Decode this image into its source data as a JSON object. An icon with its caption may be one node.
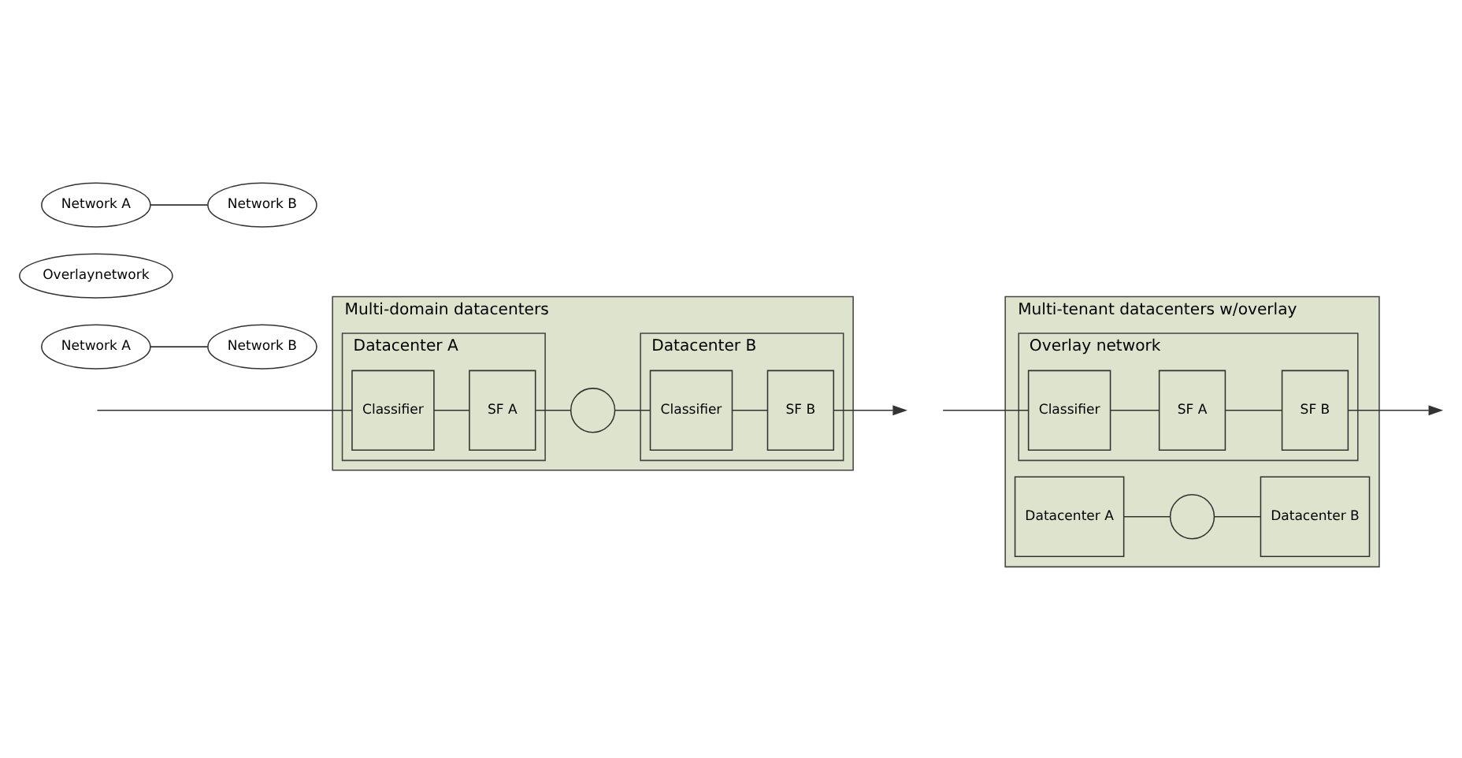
{
  "diagram": {
    "nodes": [
      {
        "text": [
          "Multi-domain datacenters"
        ]
      },
      {
        "text": [
          "Datacenter A"
        ],
        "in": 0
      },
      {
        "text": [
          "Classifier"
        ],
        "in": 1
      },
      {
        "text": [
          "SF A"
        ],
        "in": 1
      },
      {
        "text": [],
        "shape": "circle",
        "in": 0
      },
      {
        "text": [
          "Datacenter B"
        ],
        "in": 0
      },
      {
        "text": [
          "Classifier"
        ],
        "in": 5
      },
      {
        "text": [
          "SF B"
        ],
        "in": 5
      },
      {
        "text": [
          "Multi-tenant datacenters w/overlay"
        ]
      },
      {
        "text": [
          "Datacenter A"
        ],
        "in": 8
      },
      {
        "text": [
          "Datacenter B"
        ],
        "in": 8
      },
      {
        "text": [
          "Overlay network"
        ],
        "in": 8
      },
      {
        "text": [
          "Classifier"
        ],
        "in": 11
      },
      {
        "text": [
          "SF A"
        ],
        "in": 11
      },
      {
        "text": [
          "SF B"
        ],
        "in": 11
      },
      {
        "text": [],
        "shape": "circle",
        "in": 8
      },
      {
        "text": [
          "Network A"
        ]
      },
      {
        "text": [
          "Network B"
        ]
      },
      {
        "text": [
          "Overlaynetwork"
        ]
      },
      {
        "text": [
          "Network A"
        ]
      },
      {
        "text": [
          "Network B"
        ]
      }
    ],
    "edges": [
      {
        "from": null,
        "to": 2,
        "arrow": "none"
      },
      {
        "from": 2,
        "to": 3,
        "arrow": "none"
      },
      {
        "from": 3,
        "to": 4,
        "arrow": "none"
      },
      {
        "from": 4,
        "to": 6,
        "arrow": "none"
      },
      {
        "from": 6,
        "to": 7,
        "arrow": "none"
      },
      {
        "from": 7,
        "to": null,
        "arrow": "to"
      },
      {
        "from": null,
        "to": 12,
        "arrow": "none"
      },
      {
        "from": 12,
        "to": 13,
        "arrow": "none"
      },
      {
        "from": 13,
        "to": 14,
        "arrow": "none"
      },
      {
        "from": 14,
        "to": null,
        "arrow": "to"
      },
      {
        "from": 9,
        "to": 15,
        "arrow": "none"
      },
      {
        "from": 15,
        "to": 10,
        "arrow": "none"
      },
      {
        "from": 16,
        "to": 17,
        "arrow": "none"
      },
      {
        "from": 19,
        "to": 20,
        "arrow": "none"
      }
    ]
  }
}
